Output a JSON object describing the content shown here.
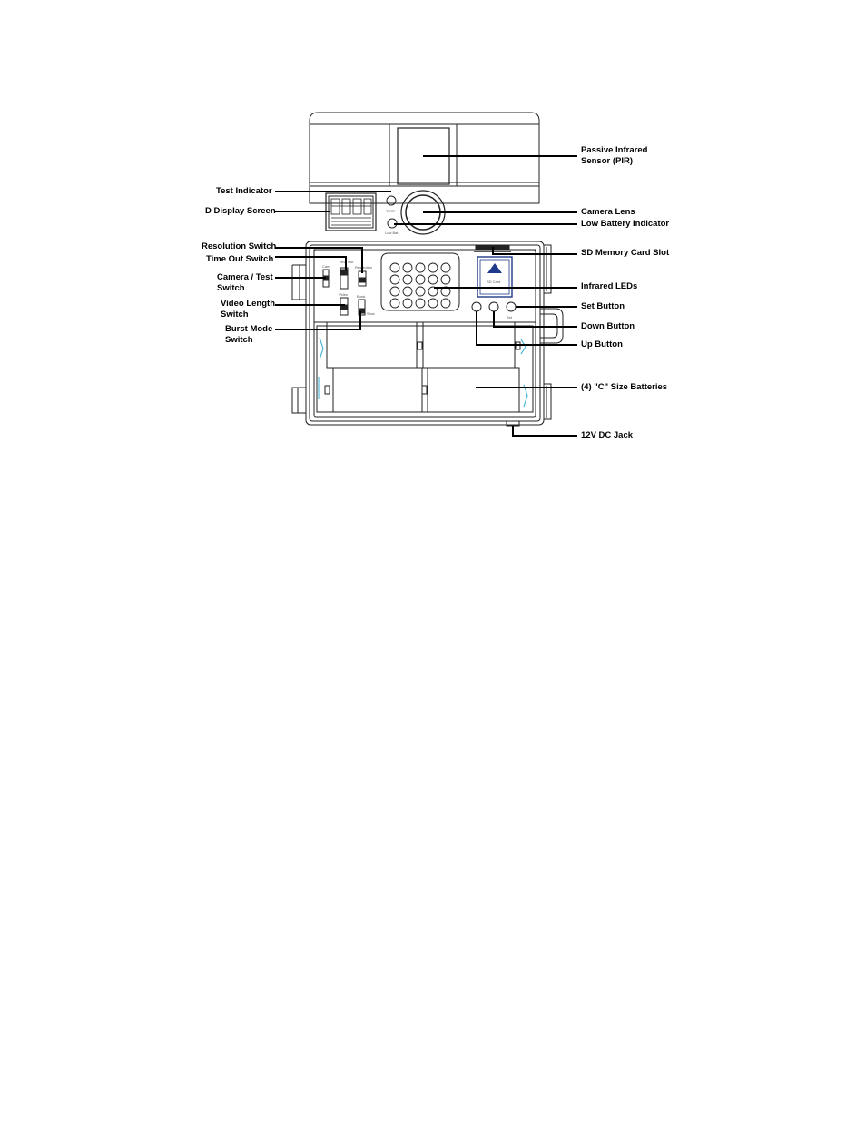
{
  "callouts": {
    "pir": [
      "Passive Infrared",
      "Sensor (PIR)"
    ],
    "test_indicator": "Test Indicator",
    "display_screen": "D Display Screen",
    "camera_lens": "Camera Lens",
    "low_battery": "Low Battery Indicator",
    "resolution_switch": "Resolution Switch",
    "time_out_switch": "Time Out Switch",
    "sd_slot": "SD Memory Card Slot",
    "camera_test_switch": [
      "Camera / Test",
      "Switch"
    ],
    "infrared_leds": "Infrared LEDs",
    "video_length_switch": [
      "Video Length",
      "Switch"
    ],
    "set_button": "Set Button",
    "burst_mode_switch": [
      "Burst Mode",
      "Switch"
    ],
    "down_button": "Down Button",
    "up_button": "Up Button",
    "batteries": "(4) \"C\" Size Batteries",
    "dc_jack": "12V DC Jack"
  },
  "device_text": {
    "test": "TEST",
    "low_bat": "Low Bat",
    "sd_card": "SD Card",
    "set": "Set",
    "cam": "Cam",
    "time_out": "Time Out",
    "resolution": "Resolution",
    "video": "Video",
    "burst": "Burst",
    "slow": "Slow"
  }
}
